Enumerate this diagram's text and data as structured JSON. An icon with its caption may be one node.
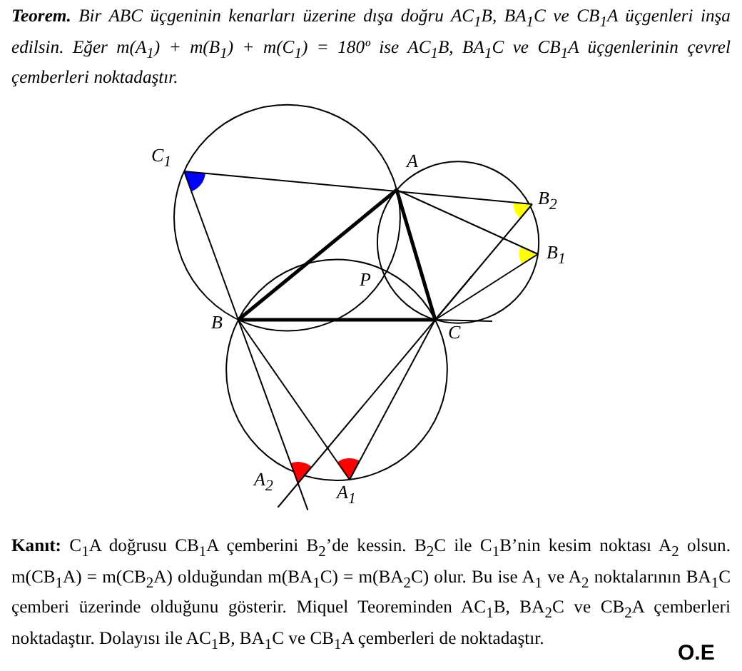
{
  "diagram": {
    "labels": [
      "**Teorem.** Bir ABC üçgeninin kenarları üzerine dışa doğru AC$_{1}$B, BA$_{1}$C ve CB$_{1}$A üçgenleri inşa edilsin. Eğer m(A$_{1}$) + m(B$_{1}$) + m(C$_{1}$) = 180º ise AC$_{1}$B, BA$_{1}$C ve CB$_{1}$A üçgenlerinin çevrel çemberleri noktadaştır.",
      "C$_{1}$",
      "A",
      "B$_{2}$",
      "B$_{1}$",
      "P",
      "B",
      "C",
      "A$_{2}$",
      "A$_{1}$",
      "**Kanıt:** C$_{1}$A doğrusu CB$_{1}$A çemberini B$_{2}$’de kessin. B$_{2}$C ile C$_{1}$B’nin kesim noktası A$_{2}$ olsun. m(CB$_{1}$A) = m(CB$_{2}$A) olduğundan m(BA$_{1}$C) = m(BA$_{2}$C) olur. Bu ise A$_{1}$ ve A$_{2}$ noktalarının BA$_{1}$C çemberi üzerinde olduğunu gösterir. Miquel Teoreminden AC$_{1}$B, BA$_{2}$C ve CB$_{2}$A çemberleri noktadaştır. Dolayısı ile AC$_{1}$B, BA$_{1}$C ve CB$_{1}$A çemberleri de noktadaştır.",
      "O.E"
    ]
  }
}
